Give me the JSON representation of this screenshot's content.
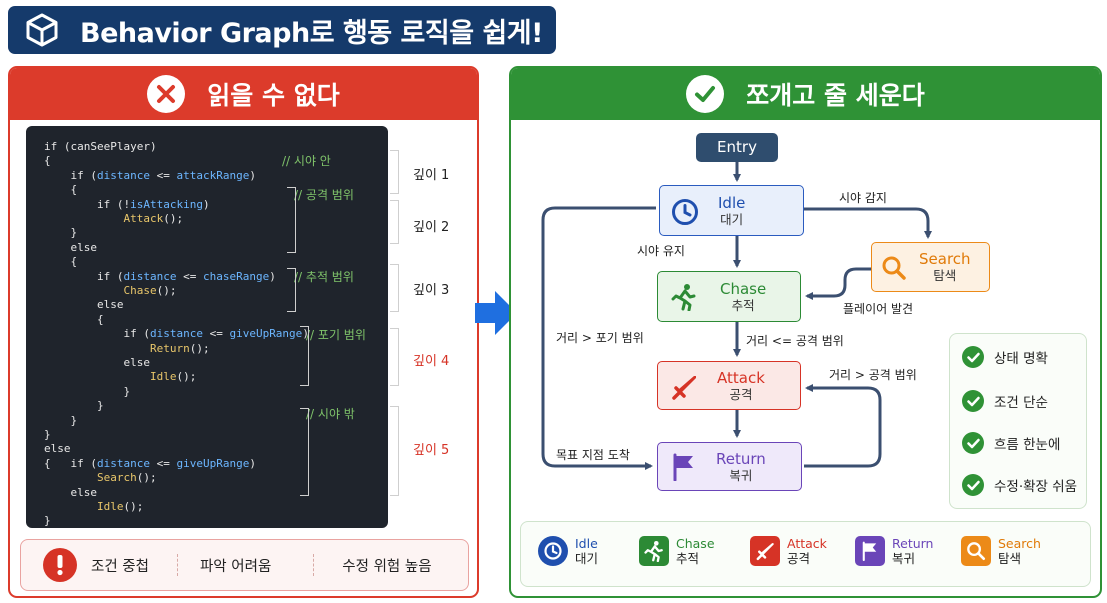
{
  "title": "Behavior Graph로 행동 로직을 쉽게!",
  "left": {
    "heading": "읽을 수 없다",
    "code_lines": [
      [
        {
          "t": "if (canSeePlayer)",
          "c": "kw"
        }
      ],
      [
        {
          "t": "{",
          "c": "kw"
        }
      ],
      [
        {
          "t": "    if (",
          "c": "kw"
        },
        {
          "t": "distance",
          "c": "var"
        },
        {
          "t": " <= ",
          "c": "kw"
        },
        {
          "t": "attackRange",
          "c": "var"
        },
        {
          "t": ")",
          "c": "kw"
        }
      ],
      [
        {
          "t": "    {",
          "c": "kw"
        }
      ],
      [
        {
          "t": "        if (!",
          "c": "kw"
        },
        {
          "t": "isAttacking",
          "c": "var"
        },
        {
          "t": ")",
          "c": "kw"
        }
      ],
      [
        {
          "t": "            ",
          "c": "kw"
        },
        {
          "t": "Attack",
          "c": "fn"
        },
        {
          "t": "();",
          "c": "kw"
        }
      ],
      [
        {
          "t": "    }",
          "c": "kw"
        }
      ],
      [
        {
          "t": "    else",
          "c": "kw"
        }
      ],
      [
        {
          "t": "    {",
          "c": "kw"
        }
      ],
      [
        {
          "t": "        if (",
          "c": "kw"
        },
        {
          "t": "distance",
          "c": "var"
        },
        {
          "t": " <= ",
          "c": "kw"
        },
        {
          "t": "chaseRange",
          "c": "var"
        },
        {
          "t": ")",
          "c": "kw"
        }
      ],
      [
        {
          "t": "            ",
          "c": "kw"
        },
        {
          "t": "Chase",
          "c": "fn"
        },
        {
          "t": "();",
          "c": "kw"
        }
      ],
      [
        {
          "t": "        else",
          "c": "kw"
        }
      ],
      [
        {
          "t": "        {",
          "c": "kw"
        }
      ],
      [
        {
          "t": "            if (",
          "c": "kw"
        },
        {
          "t": "distance",
          "c": "var"
        },
        {
          "t": " <= ",
          "c": "kw"
        },
        {
          "t": "giveUpRange",
          "c": "var"
        },
        {
          "t": ")",
          "c": "kw"
        }
      ],
      [
        {
          "t": "                ",
          "c": "kw"
        },
        {
          "t": "Return",
          "c": "fn"
        },
        {
          "t": "();",
          "c": "kw"
        }
      ],
      [
        {
          "t": "            else",
          "c": "kw"
        }
      ],
      [
        {
          "t": "                ",
          "c": "kw"
        },
        {
          "t": "Idle",
          "c": "fn"
        },
        {
          "t": "();",
          "c": "kw"
        }
      ],
      [
        {
          "t": "            }",
          "c": "kw"
        }
      ],
      [
        {
          "t": "        }",
          "c": "kw"
        }
      ],
      [
        {
          "t": "    }",
          "c": "kw"
        }
      ],
      [
        {
          "t": "}",
          "c": "kw"
        }
      ],
      [
        {
          "t": "else",
          "c": "kw"
        }
      ],
      [
        {
          "t": "{   if (",
          "c": "kw"
        },
        {
          "t": "distance",
          "c": "var"
        },
        {
          "t": " <= ",
          "c": "kw"
        },
        {
          "t": "giveUpRange",
          "c": "var"
        },
        {
          "t": ")",
          "c": "kw"
        }
      ],
      [
        {
          "t": "        ",
          "c": "kw"
        },
        {
          "t": "Search",
          "c": "fn"
        },
        {
          "t": "();",
          "c": "kw"
        }
      ],
      [
        {
          "t": "    else",
          "c": "kw"
        }
      ],
      [
        {
          "t": "        ",
          "c": "kw"
        },
        {
          "t": "Idle",
          "c": "fn"
        },
        {
          "t": "();",
          "c": "kw"
        }
      ],
      [
        {
          "t": "}",
          "c": "kw"
        }
      ]
    ],
    "comments": [
      "// 시야 안",
      "// 공격 범위",
      "// 추적 범위",
      "// 포기 범위",
      "// 시야 밖"
    ],
    "depths": [
      "깊이 1",
      "깊이 2",
      "깊이 3",
      "깊이 4",
      "깊이 5"
    ],
    "problems": [
      "조건 중첩",
      "파악 어려움",
      "수정 위험 높음"
    ]
  },
  "right": {
    "heading": "쪼개고 줄 세운다",
    "nodes": {
      "entry": "Entry",
      "idle": {
        "en": "Idle",
        "ko": "대기"
      },
      "search": {
        "en": "Search",
        "ko": "탐색"
      },
      "chase": {
        "en": "Chase",
        "ko": "추적"
      },
      "attack": {
        "en": "Attack",
        "ko": "공격"
      },
      "return": {
        "en": "Return",
        "ko": "복귀"
      }
    },
    "edges": {
      "see_detect": "시야 감지",
      "see_keep": "시야 유지",
      "player_found": "플레이어 발견",
      "dist_attack": "거리 <= 공격 범위",
      "dist_giveup": "거리 > 포기 범위",
      "dist_over_attack": "거리 > 공격 범위",
      "target_reached": "목표 지점 도착"
    },
    "benefits": [
      "상태 명확",
      "조건 단순",
      "흐름 한눈에",
      "수정·확장 쉬움"
    ],
    "legend": [
      {
        "en": "Idle",
        "ko": "대기",
        "icon": "clock-icon"
      },
      {
        "en": "Chase",
        "ko": "추적",
        "icon": "running-person-icon"
      },
      {
        "en": "Attack",
        "ko": "공격",
        "icon": "sword-icon"
      },
      {
        "en": "Return",
        "ko": "복귀",
        "icon": "flag-icon"
      },
      {
        "en": "Search",
        "ko": "탐색",
        "icon": "magnifier-icon"
      }
    ]
  },
  "colors": {
    "title_bg": "#153a6b",
    "bad": "#dc3b2b",
    "good": "#2f9236",
    "idle": "#1f4fae",
    "chase": "#2c8a35",
    "attack": "#d63326",
    "return": "#6a45b8",
    "search": "#ec8a18",
    "entry_bg": "#2f4d6e",
    "arrow": "#3b4f70"
  }
}
